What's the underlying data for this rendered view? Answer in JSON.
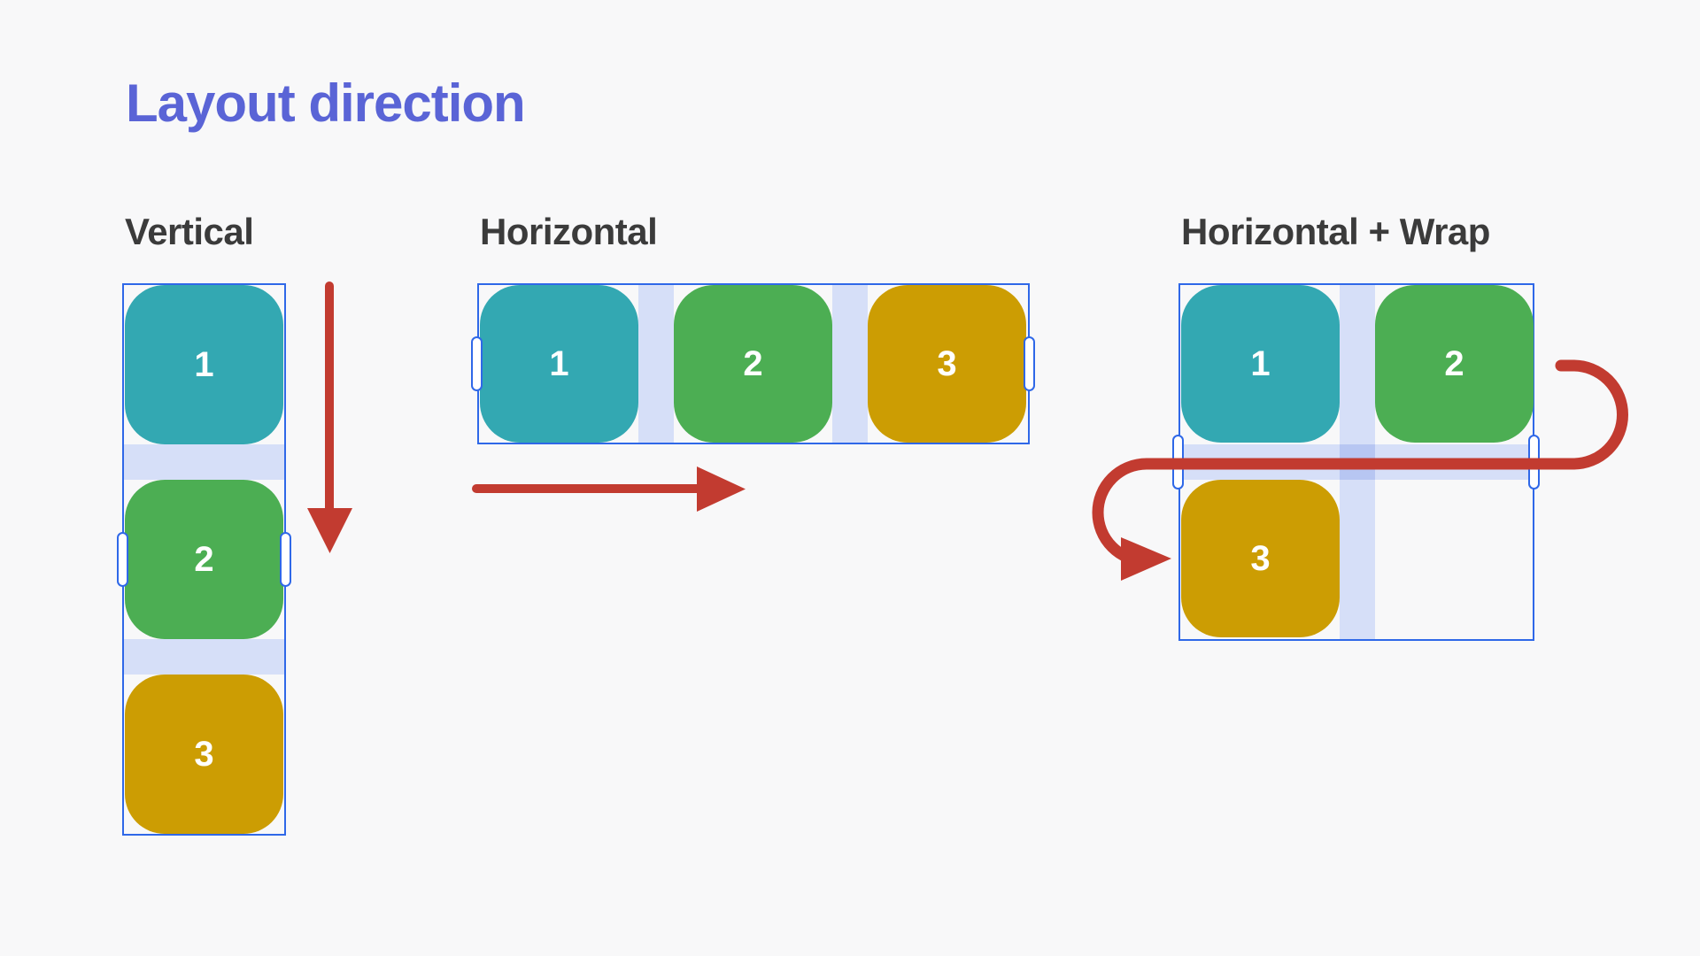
{
  "title": {
    "text": "Layout direction",
    "color": "#5A64D6"
  },
  "page": {
    "background": "#F8F8F9"
  },
  "palette": {
    "item_teal": "#33A8B2",
    "item_green": "#4CAE53",
    "item_gold": "#CC9D03",
    "gap_strip": "#D6DFF8",
    "gap_strip_overlap": "#B7C6F2",
    "frame_border_blue": "#2F68E8",
    "arrow_red": "#C23B30",
    "label_gray": "#3B3B3B",
    "item_number_white": "#FFFFFF"
  },
  "icons": {
    "down_arrow": "flow-down-arrow",
    "right_arrow": "flow-right-arrow",
    "wrap_arrow": "wrap-flow-arrow",
    "handles": "resize-handle-pill"
  },
  "sections": [
    {
      "label": "Vertical",
      "direction": "vertical",
      "items": [
        {
          "label": "1",
          "color": "teal"
        },
        {
          "label": "2",
          "color": "green"
        },
        {
          "label": "3",
          "color": "gold"
        }
      ]
    },
    {
      "label": "Horizontal",
      "direction": "horizontal",
      "items": [
        {
          "label": "1",
          "color": "teal"
        },
        {
          "label": "2",
          "color": "green"
        },
        {
          "label": "3",
          "color": "gold"
        }
      ]
    },
    {
      "label": "Horizontal + Wrap",
      "direction": "horizontal-wrap",
      "items": [
        {
          "label": "1",
          "color": "teal"
        },
        {
          "label": "2",
          "color": "green"
        },
        {
          "label": "3",
          "color": "gold"
        }
      ]
    }
  ]
}
